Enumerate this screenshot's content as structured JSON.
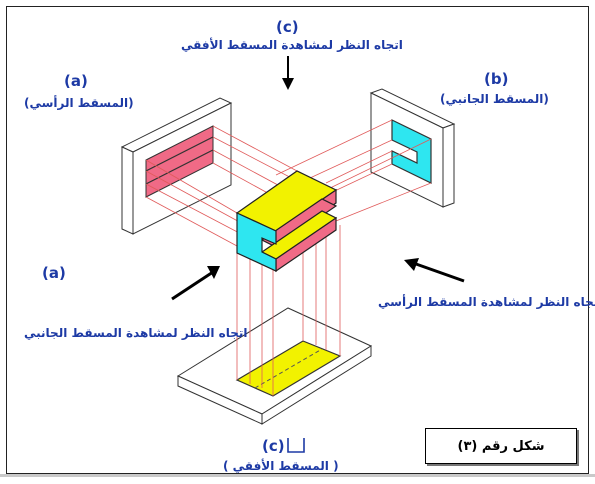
{
  "labels": {
    "top_letter": "(c)",
    "top_caption": "اتجاه النظر لمشاهدة المسقط الأفقي",
    "left_letter": "(a)",
    "left_caption": "(المسقط الرأسي)",
    "right_letter": "(b)",
    "right_caption": "(المسقط الجانبي)",
    "mid_left_letter": "(a)",
    "bottom_left_caption": "اتجاه النظر لمشاهدة المسقط الجانبي",
    "right_mid_caption": "اتجاه النظر لمشاهدة المسقط الرأسي",
    "bottom_letter": "(c)",
    "bottom_caption": "( المسقط الأفقي )"
  },
  "figure_caption": "شكل رقم (٣)",
  "colors": {
    "text": "#1d3aa5",
    "pink": "#f06a86",
    "cyan": "#2ee6f0",
    "yellow": "#f2f200",
    "projection_line": "#e05a5a"
  }
}
